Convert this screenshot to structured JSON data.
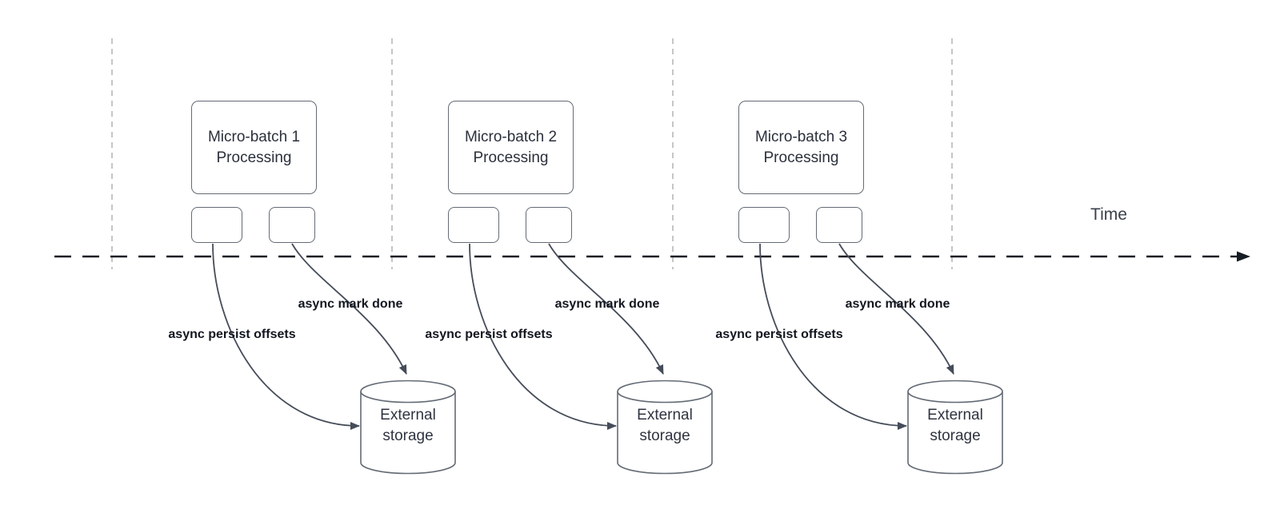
{
  "time_label": "Time",
  "batches": [
    {
      "box_line1": "Micro-batch 1",
      "box_line2": "Processing",
      "persist_label": "async persist offsets",
      "done_label": "async mark done",
      "storage_line1": "External",
      "storage_line2": "storage"
    },
    {
      "box_line1": "Micro-batch 2",
      "box_line2": "Processing",
      "persist_label": "async persist offsets",
      "done_label": "async mark done",
      "storage_line1": "External",
      "storage_line2": "storage"
    },
    {
      "box_line1": "Micro-batch 3",
      "box_line2": "Processing",
      "persist_label": "async persist offsets",
      "done_label": "async mark done",
      "storage_line1": "External",
      "storage_line2": "storage"
    }
  ],
  "colors": {
    "shape_border": "#646b75",
    "guide_line": "#b6b8bb",
    "timeline": "#171b23",
    "arrow": "#454c59",
    "box_text": "#2b303b",
    "bold_label_text": "#12161f",
    "storage_text": "#2f3440",
    "time_text": "#3a4049"
  }
}
